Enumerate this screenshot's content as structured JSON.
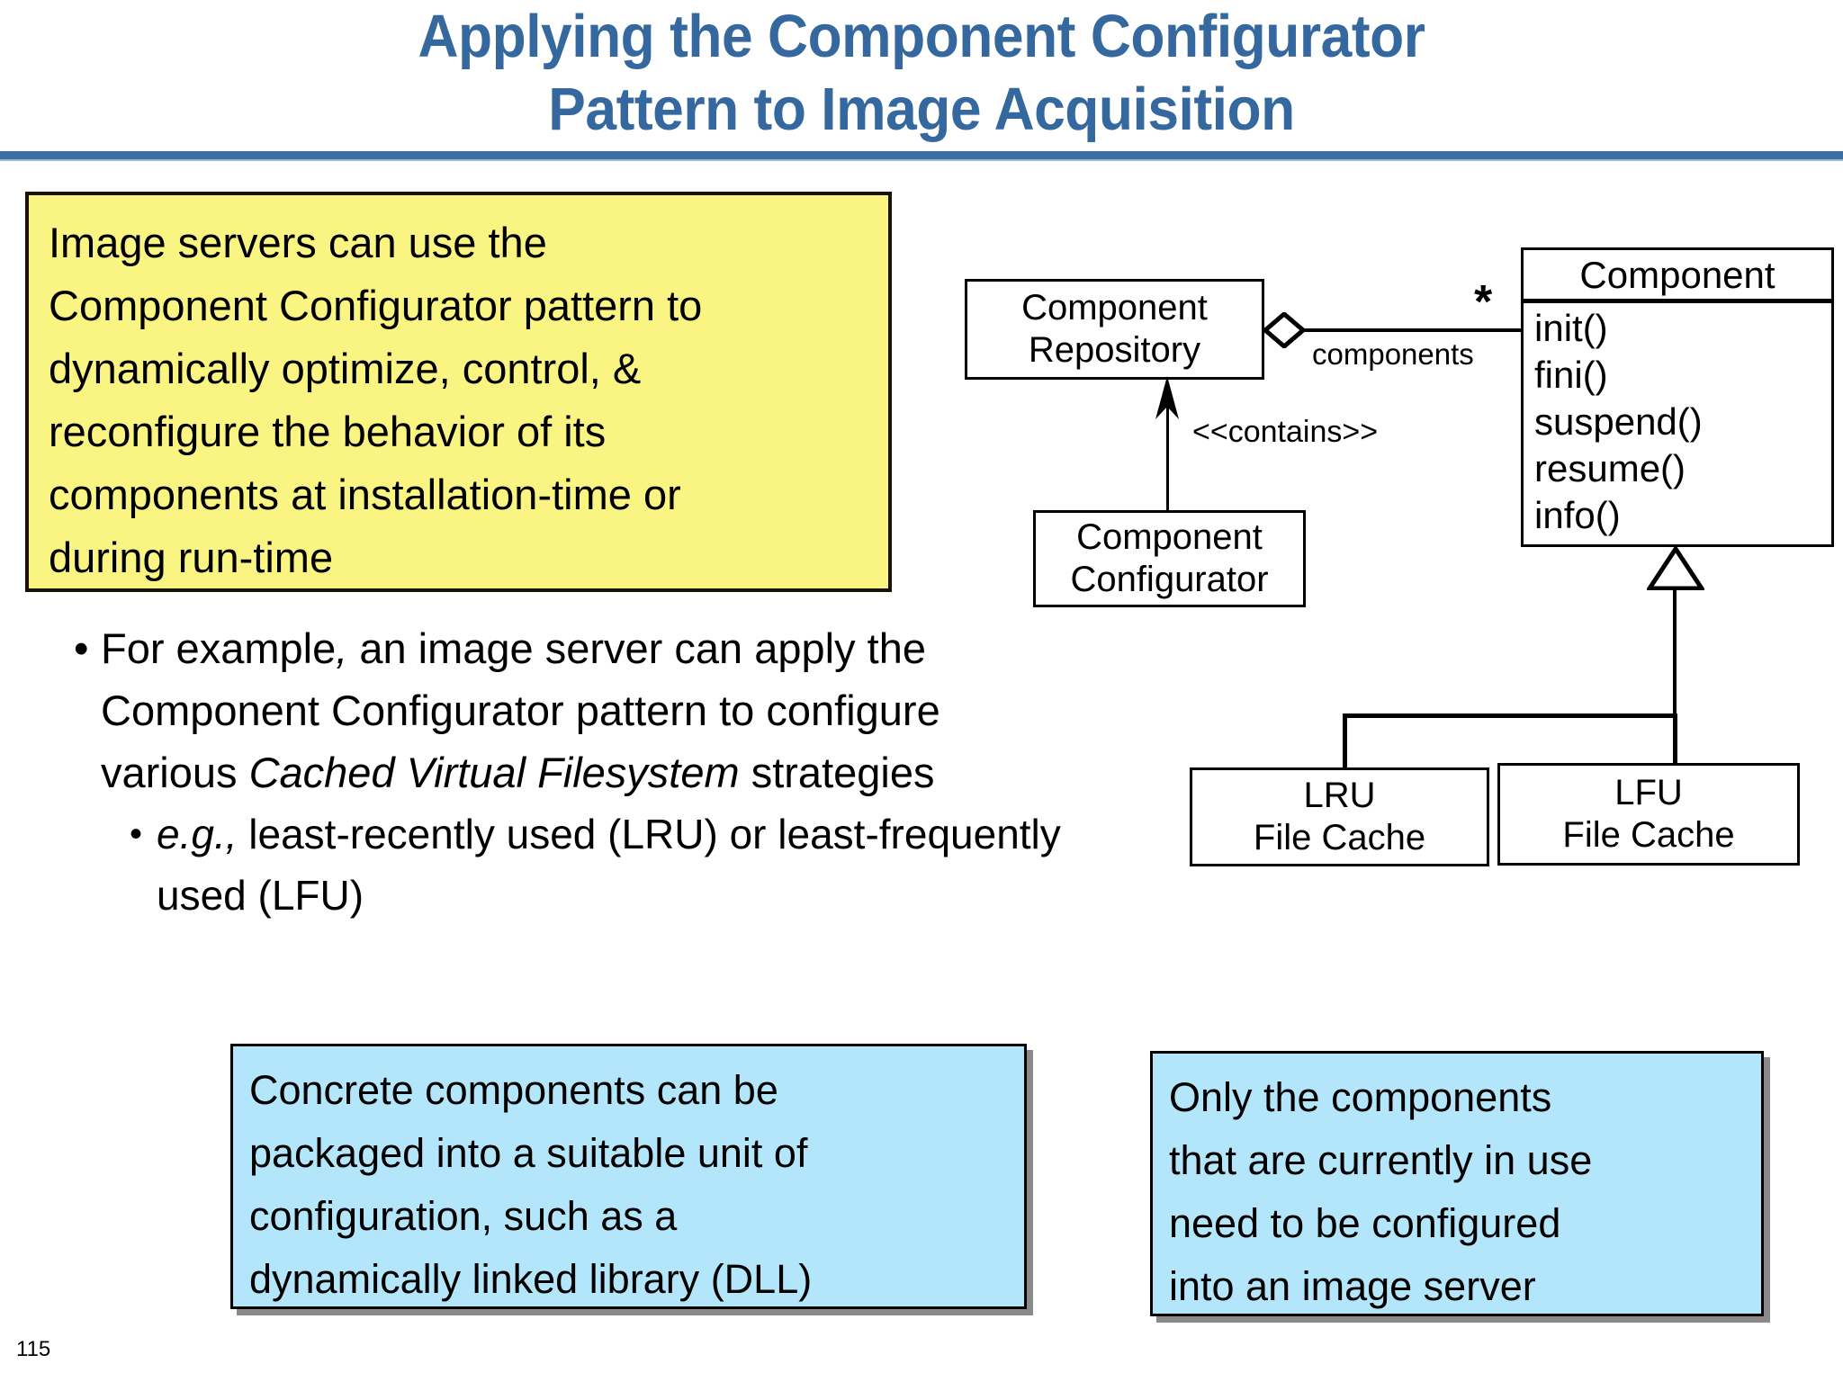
{
  "slide": {
    "title_line1": "Applying the Component Configurator",
    "title_line2": "Pattern to Image Acquisition",
    "page_number": "115",
    "accent_color": "#35689E",
    "yellow_color": "#FAF582",
    "blue_color": "#B3E6FA"
  },
  "yellow_callout": {
    "text": "Image servers can use the\nComponent Configurator pattern to\ndynamically optimize, control, &\nreconfigure the behavior of its\ncomponents at installation-time or\nduring run-time"
  },
  "bullets": {
    "bullet_glyph": "•",
    "level1": {
      "part1": "For example",
      "part1_italic": ",",
      "part2": " an image server can apply the Component Configurator pattern to configure various ",
      "emphasis": "Cached Virtual Filesystem",
      "part3": " strategies"
    },
    "level2": {
      "emphasis": "e.g.,",
      "text": " least-recently used (LRU) or least-frequently used (LFU)"
    }
  },
  "blue_callouts": [
    {
      "id": "packaging",
      "text": "Concrete components can be\npackaged into a suitable unit of\nconfiguration, such as a\ndynamically linked library (DLL)"
    },
    {
      "id": "in-use",
      "text": "Only the components\nthat are currently in use\nneed to be configured\ninto an image server"
    }
  ],
  "uml": {
    "classes": {
      "repository": {
        "name": "Component\nRepository"
      },
      "configurator": {
        "name": "Component\nConfigurator"
      },
      "component": {
        "name": "Component",
        "operations": [
          "init()",
          "fini()",
          "suspend()",
          "resume()",
          "info()"
        ]
      },
      "lru": {
        "name": "LRU\nFile Cache"
      },
      "lfu": {
        "name": "LFU\nFile Cache"
      }
    },
    "relations": {
      "aggregation": {
        "multiplicity": "*",
        "role": "components"
      },
      "dependency": {
        "stereotype": "<<contains>>"
      }
    }
  }
}
